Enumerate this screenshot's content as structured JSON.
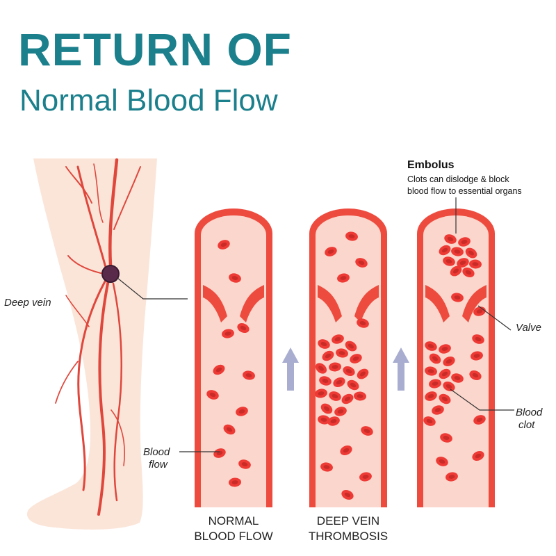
{
  "title": {
    "line1": "RETURN OF",
    "line2": "Normal Blood Flow"
  },
  "labels": {
    "deep_vein": "Deep vein",
    "blood_flow_line1": "Blood",
    "blood_flow_line2": "flow",
    "valve": "Valve",
    "blood_clot_line1": "Blood",
    "blood_clot_line2": "clot"
  },
  "embolus": {
    "title": "Embolus",
    "line1": "Clots can dislodge & block",
    "line2": "blood flow to essential organs"
  },
  "captions": {
    "normal_line1": "NORMAL",
    "normal_line2": "BLOOD FLOW",
    "dvt_line1": "DEEP VEIN",
    "dvt_line2": "THROMBOSIS"
  },
  "colors": {
    "title": "#1b7f8c",
    "vessel_wall": "#ee4b3f",
    "vessel_lumen": "#fbd6cc",
    "skin": "#fbe5d9",
    "vein": "#e0473c",
    "arrow": "#a9aed0"
  }
}
